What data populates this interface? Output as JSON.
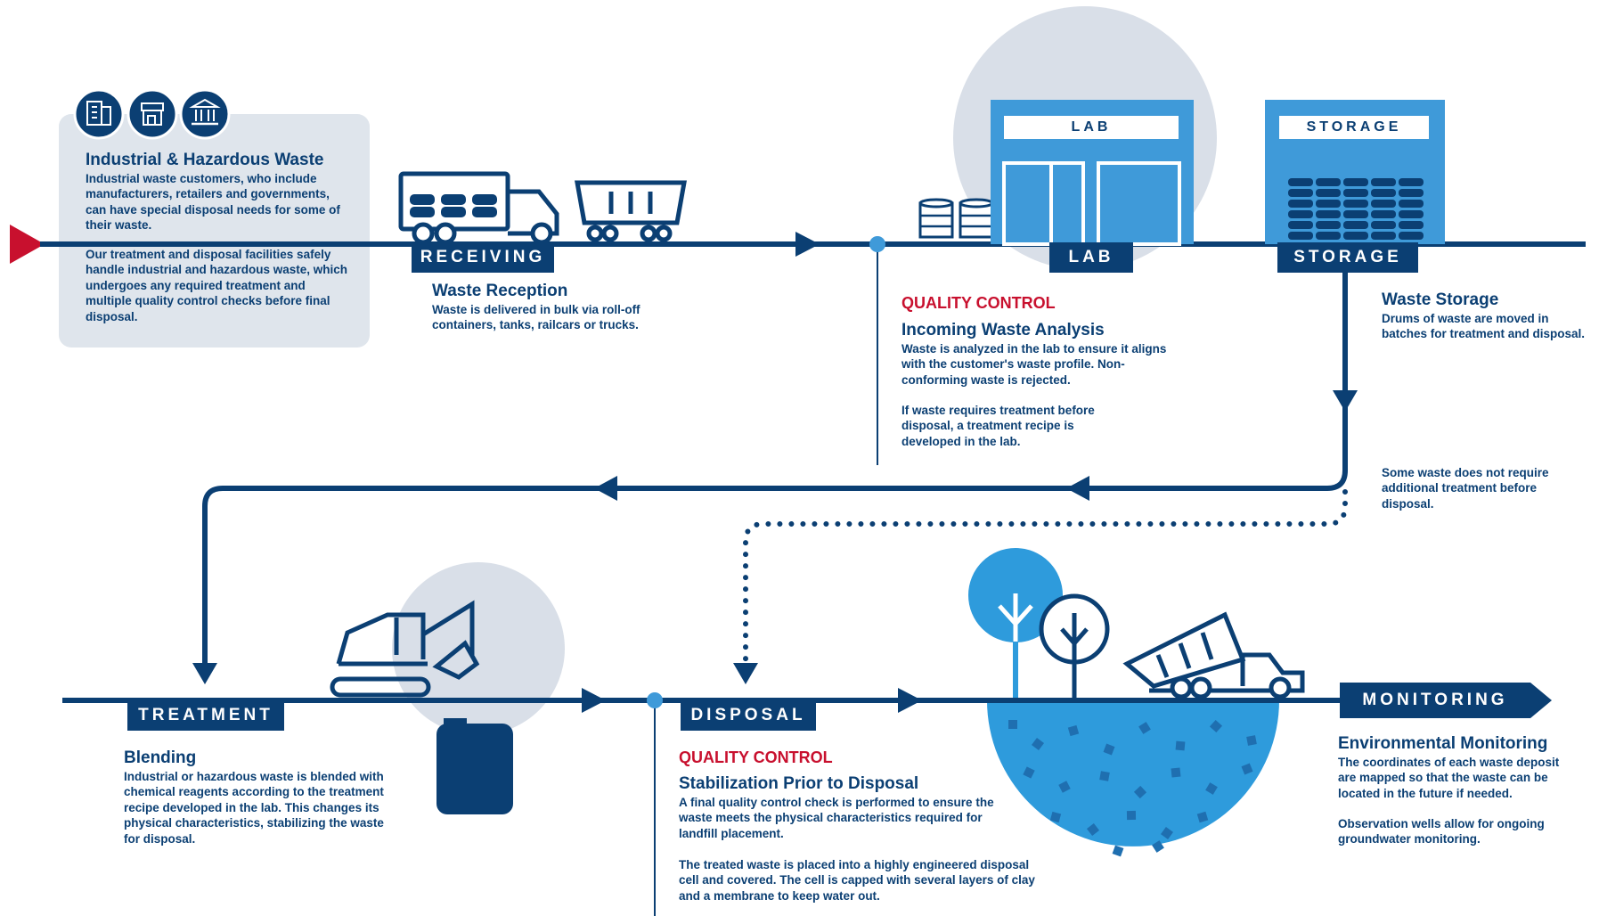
{
  "intro": {
    "title": "Industrial & Hazardous Waste",
    "para1": "Industrial waste customers, who include manufacturers, retailers and governments, can have special disposal needs for some of their waste.",
    "para2": "Our treatment and disposal facilities safely handle industrial and hazardous waste, which undergoes any required treatment and multiple quality control checks before final disposal.",
    "icons": [
      "office-building-icon",
      "storefront-icon",
      "government-building-icon"
    ]
  },
  "receiving": {
    "label": "RECEIVING",
    "title": "Waste Reception",
    "text": "Waste is delivered in bulk via roll-off containers, tanks, railcars or trucks."
  },
  "lab": {
    "sign": "LAB",
    "label": "LAB",
    "qc": "QUALITY CONTROL",
    "title": "Incoming Waste Analysis",
    "text1": "Waste is analyzed in the lab to ensure it aligns with the customer's waste profile. Non-conforming waste is rejected.",
    "text2": "If waste requires treatment before disposal, a treatment recipe is developed in the lab."
  },
  "storage": {
    "sign": "STORAGE",
    "label": "STORAGE",
    "title": "Waste Storage",
    "text": "Drums of waste are moved in batches for treatment and disposal."
  },
  "bypass_note": "Some waste does not require additional treatment before disposal.",
  "treatment": {
    "label": "TREATMENT",
    "title": "Blending",
    "text": "Industrial or hazardous waste is blended with chemical reagents according to the treatment recipe developed in the lab. This changes its physical characteristics, stabilizing the waste for disposal."
  },
  "disposal": {
    "label": "DISPOSAL",
    "qc": "QUALITY CONTROL",
    "title": "Stabilization Prior to Disposal",
    "text1": "A final quality control check is performed to ensure the waste meets the physical characteristics required for landfill placement.",
    "text2": "The treated waste is placed into a highly engineered disposal cell and covered. The cell is capped with several layers of clay and a membrane to keep water out."
  },
  "monitoring": {
    "label": "MONITORING",
    "title": "Environmental Monitoring",
    "text1": "The coordinates of each waste deposit are mapped so that the waste can be located in the future if needed.",
    "text2": "Observation wells allow for ongoing groundwater monitoring."
  },
  "colors": {
    "navy": "#0b3f73",
    "blue": "#3f9ad9",
    "light_blue": "#2e9bdc",
    "panel_gray": "#dfe5ec",
    "circle_gray": "#d9dfe8",
    "red": "#c8102e"
  }
}
